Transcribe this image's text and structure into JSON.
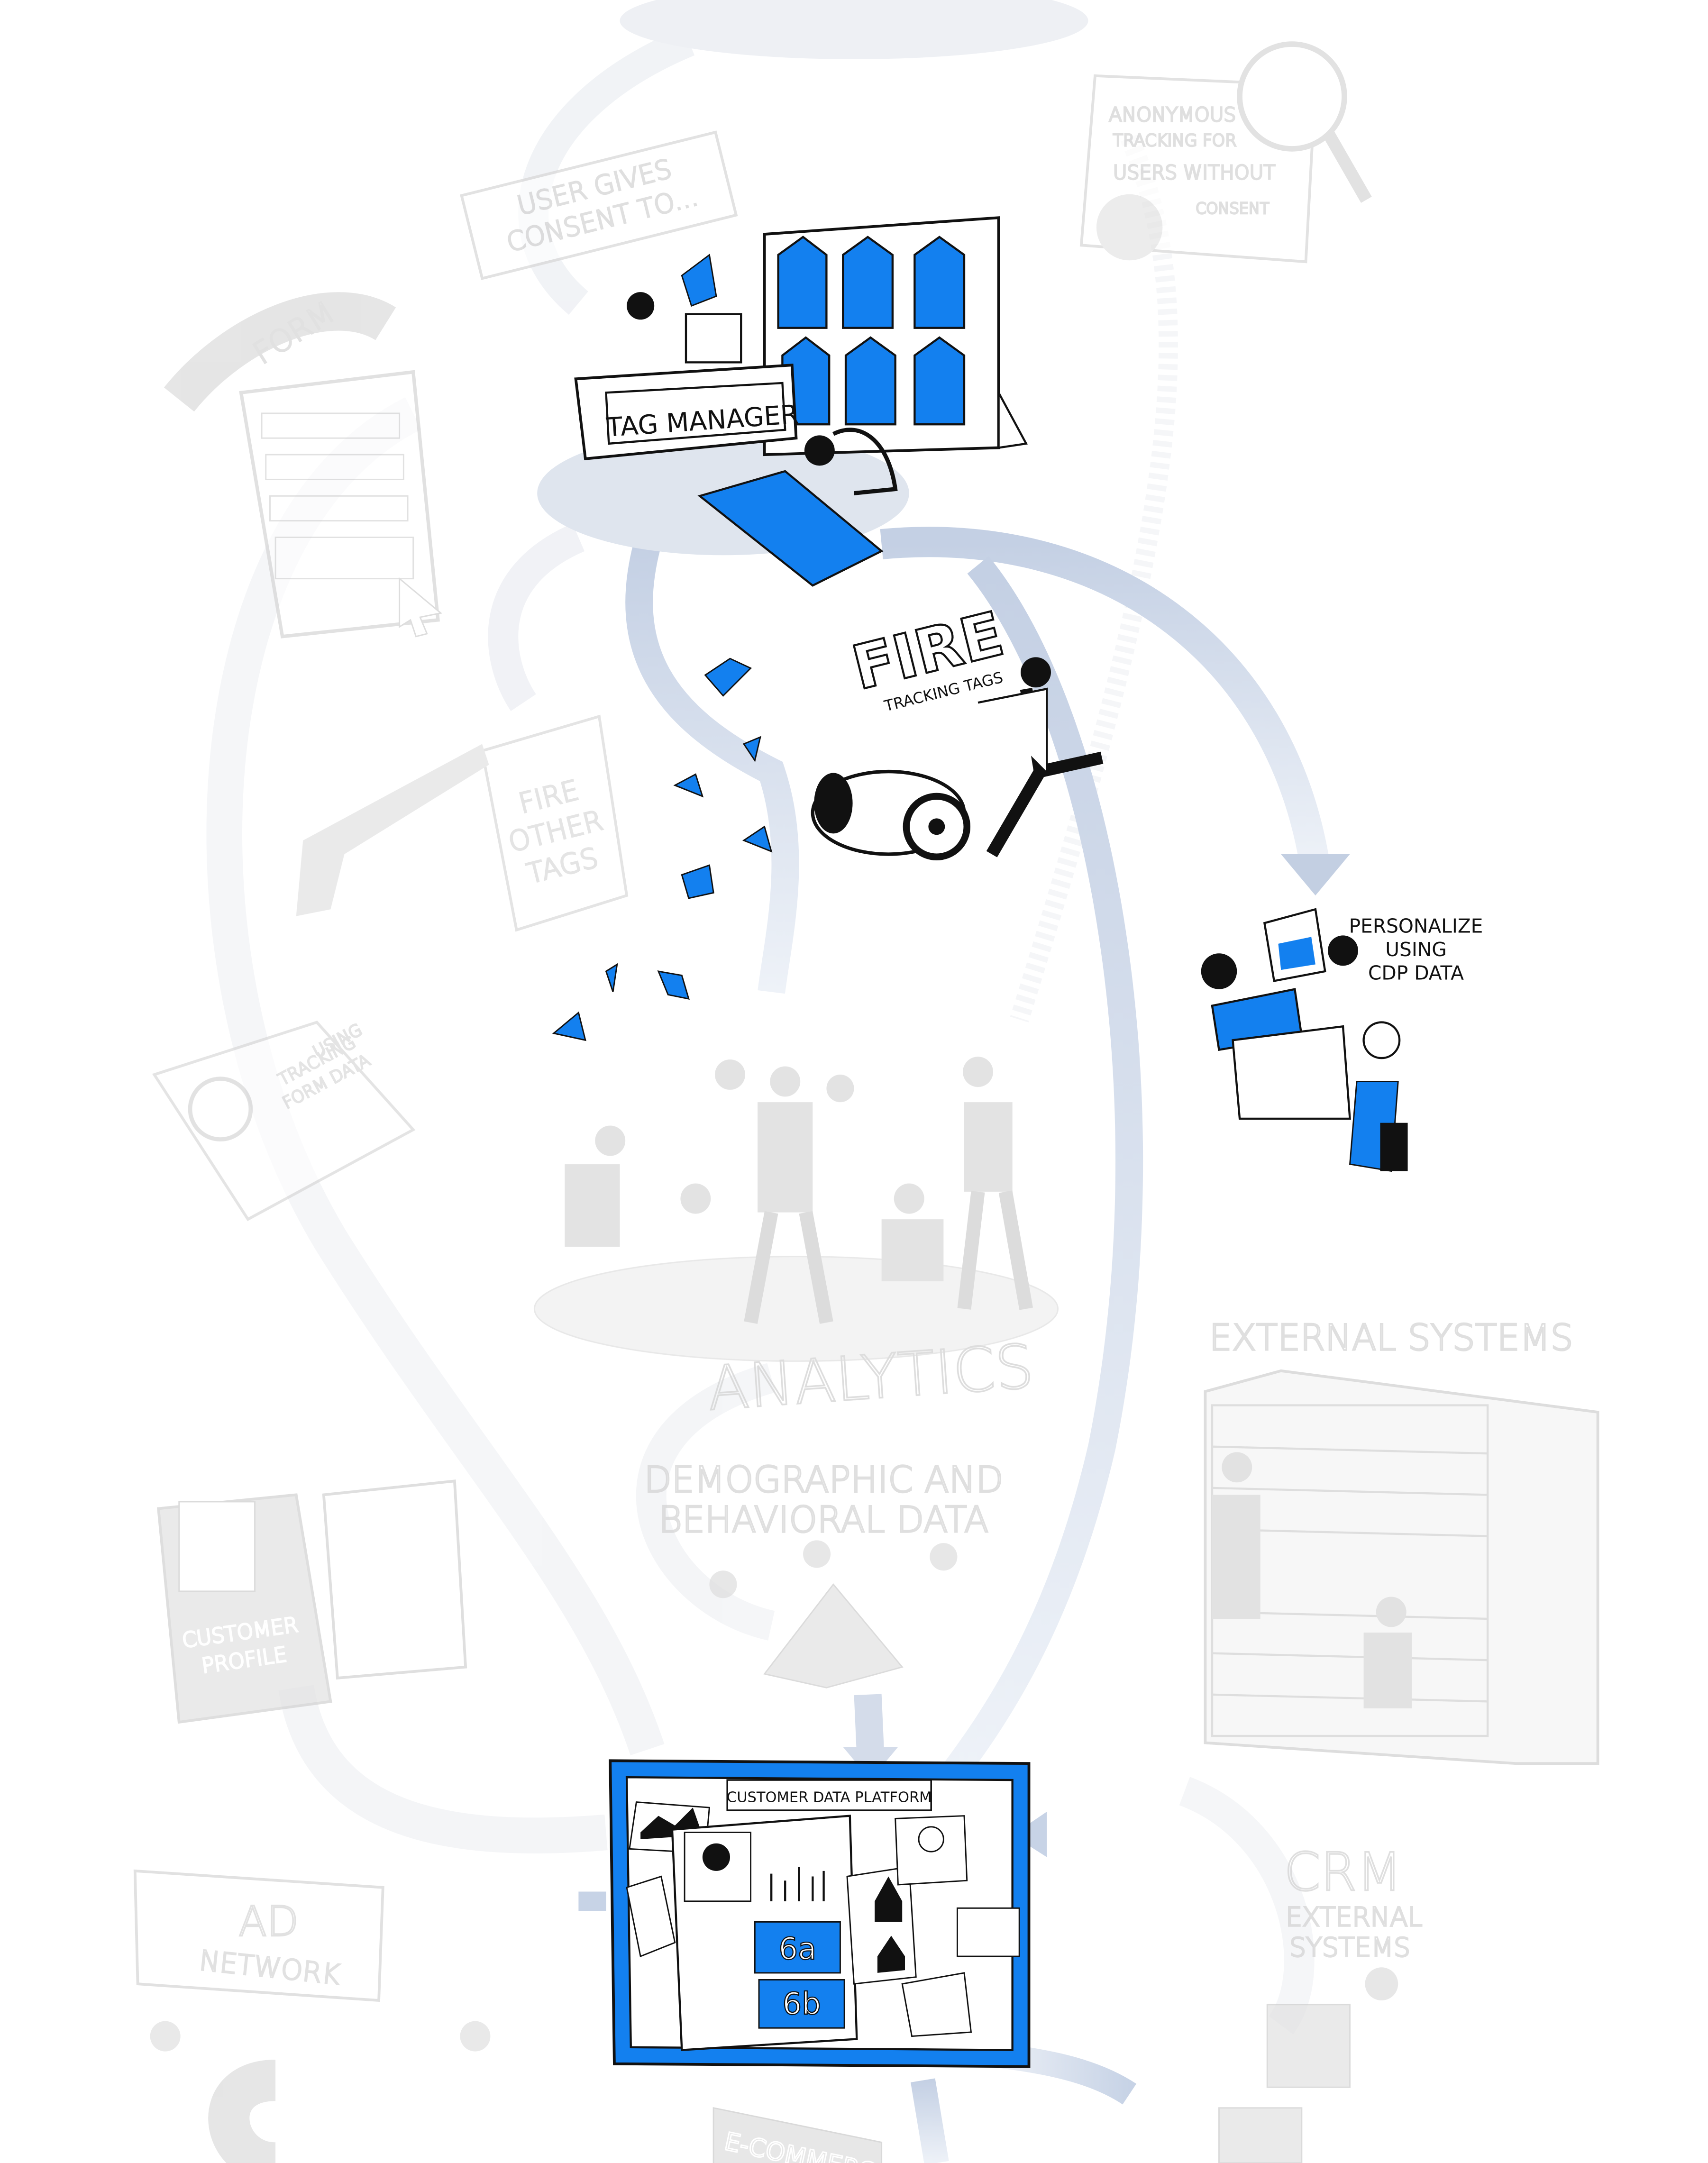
{
  "colors": {
    "accent": "#1380ef",
    "arrow": "#c7d3e6",
    "faded": "#d6d6d6",
    "ink": "#111111"
  },
  "labels": {
    "consent": [
      "USER GIVES",
      "CONSENT TO..."
    ],
    "form": "FORM",
    "anonymous": [
      "ANONYMOUS",
      "TRACKING FOR",
      "USERS WITHOUT",
      "CONSENT"
    ],
    "tag_manager": "TAG MANAGER",
    "fire_tracking": {
      "big": "FIRE",
      "small": "TRACKING TAGS"
    },
    "fire_other": [
      "FIRE",
      "OTHER",
      "TAGS"
    ],
    "personalize": [
      "PERSONALIZE",
      "USING",
      "CDP DATA"
    ],
    "tracking_form": [
      "USING",
      "TRACKING",
      "FORM DATA"
    ],
    "analytics": "ANALYTICS",
    "demographic": [
      "DEMOGRAPHIC AND",
      "BEHAVIORAL DATA"
    ],
    "external_systems": "EXTERNAL SYSTEMS",
    "customer_profile": [
      "CUSTOMER",
      "PROFILE"
    ],
    "cdp": "CUSTOMER DATA PLATFORM",
    "step_a": "6a",
    "step_b": "6b",
    "ad_network": [
      "AD",
      "NETWORK"
    ],
    "crm": [
      "CRM",
      "EXTERNAL",
      "SYSTEMS"
    ],
    "ecommerce": "E-COMMERCE"
  }
}
